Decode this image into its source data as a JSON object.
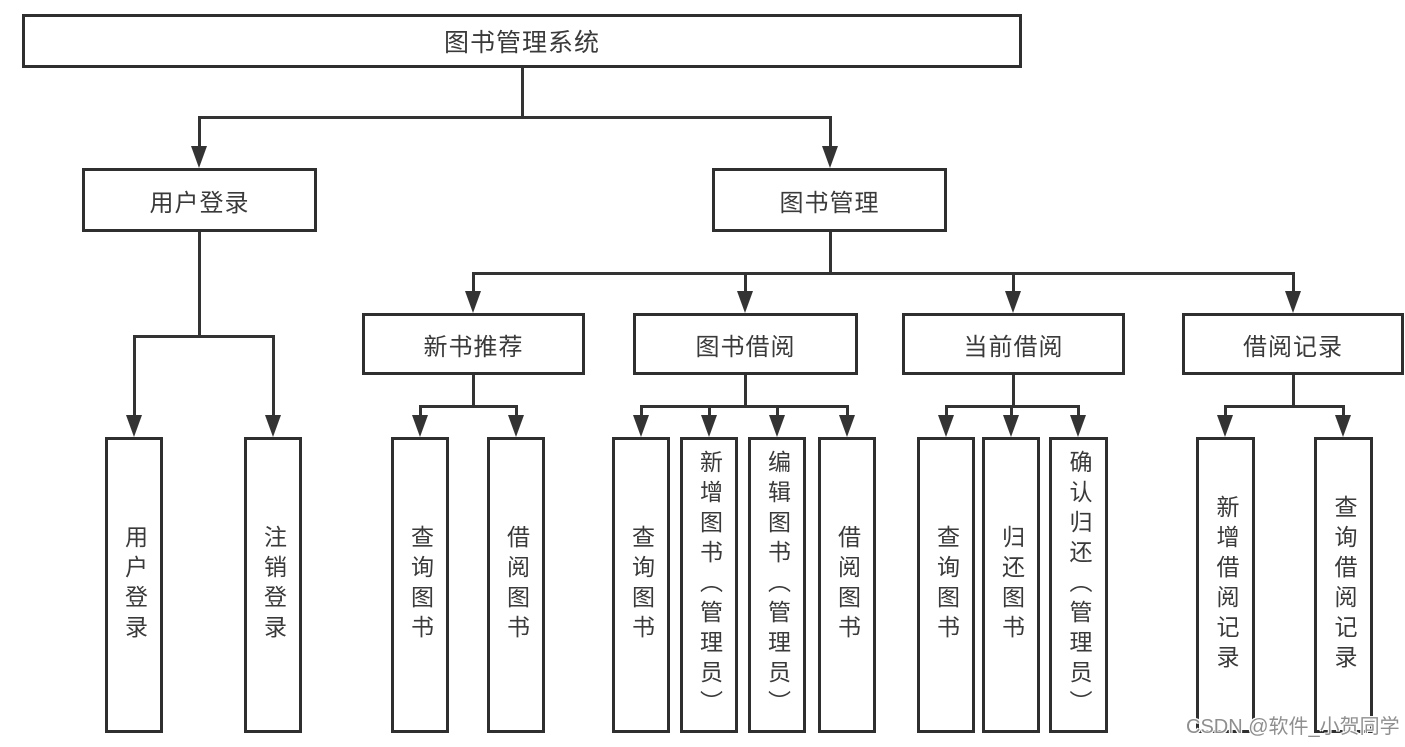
{
  "diagram": {
    "root": {
      "label": "图书管理系统"
    },
    "branches": [
      {
        "label": "用户登录",
        "children": [
          {
            "label": "用户登录"
          },
          {
            "label": "注销登录"
          }
        ]
      },
      {
        "label": "图书管理",
        "children": [
          {
            "label": "新书推荐",
            "children": [
              {
                "label": "查询图书"
              },
              {
                "label": "借阅图书"
              }
            ]
          },
          {
            "label": "图书借阅",
            "children": [
              {
                "label": "查询图书"
              },
              {
                "label": "新增图书（管理员）"
              },
              {
                "label": "编辑图书（管理员）"
              },
              {
                "label": "借阅图书"
              }
            ]
          },
          {
            "label": "当前借阅",
            "children": [
              {
                "label": "查询图书"
              },
              {
                "label": "归还图书"
              },
              {
                "label": "确认归还（管理员）"
              }
            ]
          },
          {
            "label": "借阅记录",
            "children": [
              {
                "label": "新增借阅记录"
              },
              {
                "label": "查询借阅记录"
              }
            ]
          }
        ]
      }
    ]
  },
  "watermark": {
    "text": "CSDN @软件_小贺同学",
    "color": "#8f8f8f"
  },
  "colors": {
    "line": "#333333",
    "box_border": "#2f2f2f",
    "box_fill": "#ffffff",
    "text": "#3a3a3a"
  }
}
